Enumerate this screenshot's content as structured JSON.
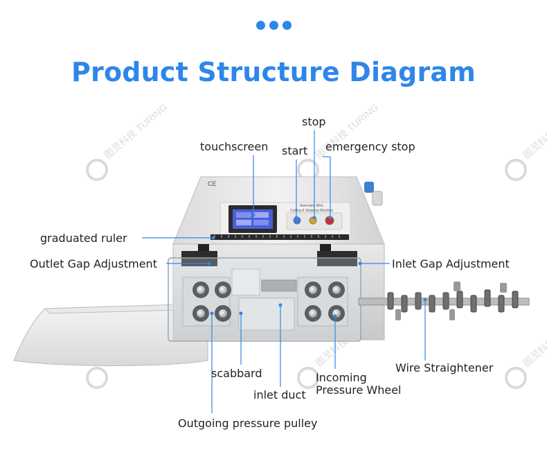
{
  "title": "Product Structure Diagram",
  "accent_color": "#2f86ea",
  "line_color": "#2f86ea",
  "watermark": "图灵科技 TURING",
  "machine_panel_text": [
    "Automatic Wire",
    "Cutting & Stripping Machine"
  ],
  "machine_mark": "CE",
  "labels": {
    "stop": "stop",
    "touchscreen": "touchscreen",
    "start": "start",
    "emergency_stop": "emergency stop",
    "graduated_ruler": "graduated ruler",
    "outlet_gap": "Outlet Gap Adjustment",
    "inlet_gap": "Inlet Gap Adjustment",
    "wire_straightener": "Wire Straightener",
    "scabbard": "scabbard",
    "incoming_1": "Incoming",
    "incoming_2": "Pressure Wheel",
    "inlet_duct": "inlet duct",
    "outgoing_pulley": "Outgoing pressure pulley"
  }
}
